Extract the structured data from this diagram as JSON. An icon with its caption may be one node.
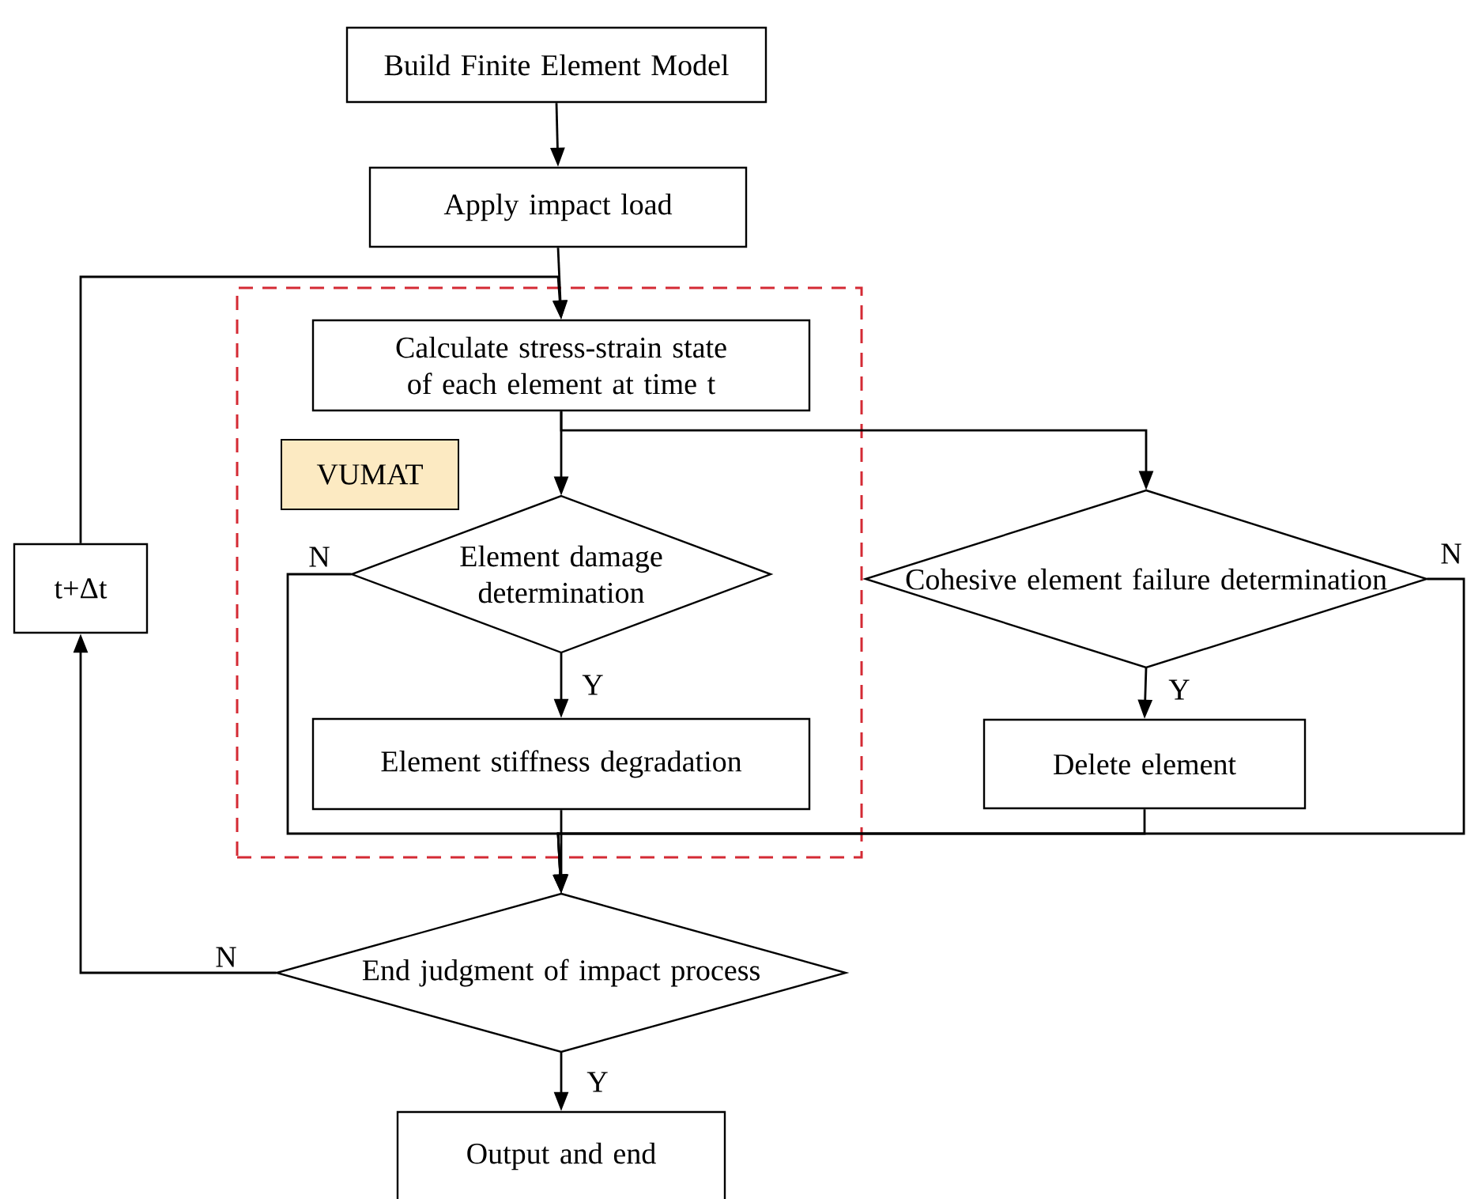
{
  "diagram": {
    "nodes": [
      {
        "text": [
          "Build Finite Element Model"
        ]
      },
      {
        "text": [
          "Apply impact load"
        ]
      },
      {
        "text": [],
        "shape": "box"
      },
      {
        "text": [
          "Calculate stress-strain state of each element at time t"
        ],
        "in": 2
      },
      {
        "text": [
          "VUMAT"
        ],
        "in": 2
      },
      {
        "text": [
          "t+Δt"
        ]
      },
      {
        "text": [
          "Element damage determination"
        ],
        "in": 2
      },
      {
        "text": [
          "Cohesive element failure determination"
        ]
      },
      {
        "text": [
          "Element stiffness degradation"
        ],
        "in": 2
      },
      {
        "text": [
          "Delete element"
        ]
      },
      {
        "text": [
          "End judgment of impact process"
        ]
      },
      {
        "text": [
          "Output and end"
        ]
      }
    ],
    "edges": [
      {
        "from": 0,
        "to": 1,
        "arrow": "to"
      },
      {
        "from": 1,
        "to": 3,
        "arrow": "to"
      },
      {
        "from": 5,
        "to": 3,
        "arrow": "to"
      },
      {
        "from": 3,
        "to": 6,
        "arrow": "to"
      },
      {
        "from": 3,
        "to": 7,
        "arrow": "to"
      },
      {
        "from": 6,
        "to": 8,
        "arrow": "to",
        "label": "Y"
      },
      {
        "from": 7,
        "to": 9,
        "arrow": "to",
        "label": "Y"
      },
      {
        "from": 6,
        "to": 10,
        "arrow": "to",
        "label": "N"
      },
      {
        "from": 7,
        "to": 10,
        "arrow": "to",
        "label": "N"
      },
      {
        "from": 8,
        "to": 10,
        "arrow": "to"
      },
      {
        "from": 9,
        "to": 10,
        "arrow": "to"
      },
      {
        "from": 10,
        "to": 5,
        "arrow": "to",
        "label": "N"
      },
      {
        "from": 10,
        "to": 11,
        "arrow": "to",
        "label": "Y"
      }
    ]
  }
}
